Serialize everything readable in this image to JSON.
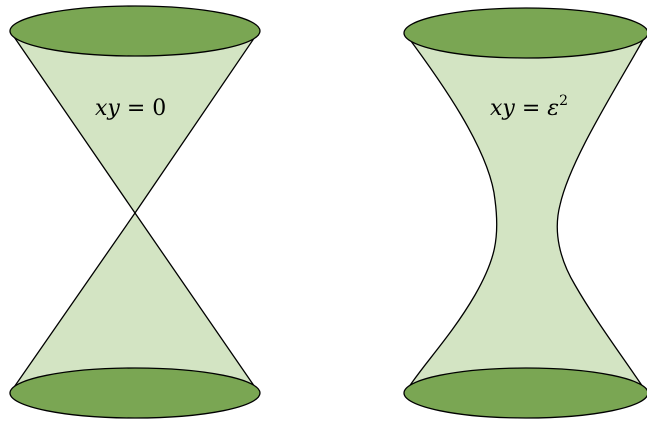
{
  "figures": [
    {
      "label_main": "xy",
      "label_eq": " = ",
      "label_rhs": "0",
      "label_sup": ""
    },
    {
      "label_main": "xy",
      "label_eq": " = ",
      "label_rhs": "ε",
      "label_sup": "2"
    }
  ],
  "colors": {
    "surface_fill": "#d3e4c3",
    "cap_fill": "#7aa653",
    "stroke": "#000000"
  }
}
